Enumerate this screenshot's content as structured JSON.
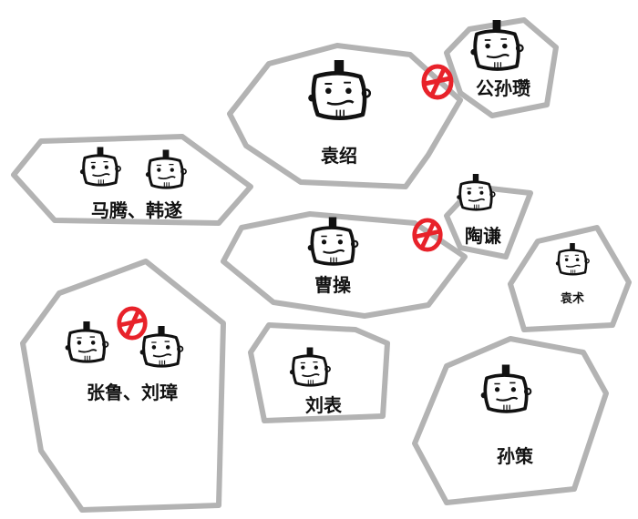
{
  "title": "诸侯割据图",
  "colors": {
    "border": "#b3b3b3",
    "cross": "#e8222a",
    "ink": "#111111"
  },
  "regions": [
    {
      "id": "yuanshao",
      "label": "袁绍",
      "faces": 1
    },
    {
      "id": "gongsunzan",
      "label": "公孙瓒",
      "faces": 1
    },
    {
      "id": "mateng-hansui",
      "label": "马腾、韩遂",
      "faces": 2
    },
    {
      "id": "caocao",
      "label": "曹操",
      "faces": 1
    },
    {
      "id": "taoqian",
      "label": "陶谦",
      "faces": 1
    },
    {
      "id": "yuanshu",
      "label": "袁术",
      "faces": 1
    },
    {
      "id": "zhanglu-liuzhang",
      "label": "张鲁、刘璋",
      "faces": 2
    },
    {
      "id": "liubiao",
      "label": "刘表",
      "faces": 1
    },
    {
      "id": "sunce",
      "label": "孙策",
      "faces": 1
    }
  ],
  "conflicts": [
    {
      "between": [
        "袁绍",
        "公孙瓒"
      ],
      "icon": "crossed-circle-icon"
    },
    {
      "between": [
        "曹操",
        "陶谦"
      ],
      "icon": "crossed-circle-icon"
    },
    {
      "between": [
        "张鲁",
        "刘璋"
      ],
      "icon": "crossed-circle-icon"
    }
  ]
}
